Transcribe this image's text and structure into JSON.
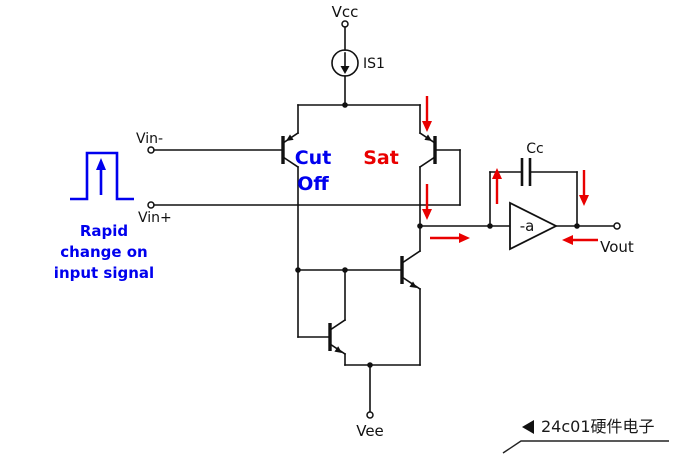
{
  "labels": {
    "vcc": "Vcc",
    "is1": "IS1",
    "vin_minus": "Vin-",
    "vin_plus": "Vin+",
    "cutoff": [
      "Cut",
      "Off"
    ],
    "sat": "Sat",
    "cc": "Cc",
    "amp": "-a",
    "vout": "Vout",
    "vee": "Vee"
  },
  "annotation": [
    "Rapid",
    "change on",
    "input signal"
  ],
  "watermark": "24c01硬件电子",
  "colors": {
    "wire_black": "#111111",
    "annotation_blue": "#0000ee",
    "highlight_red": "#e90000"
  }
}
